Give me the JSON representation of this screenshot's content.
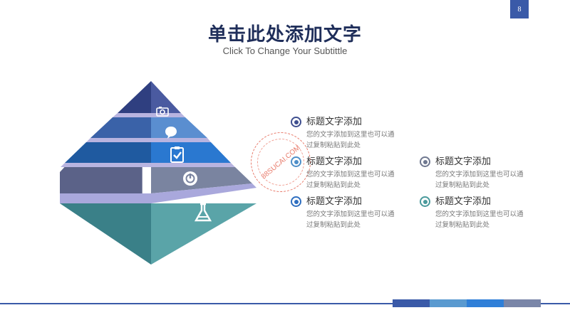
{
  "page_number": "8",
  "title": "单击此处添加文字",
  "subtitle": "Click To Change Your Subtittle",
  "pyramid": {
    "levels": [
      {
        "icon": "camera-icon"
      },
      {
        "icon": "chat-bubble-icon"
      },
      {
        "icon": "clipboard-check-icon"
      },
      {
        "icon": "power-icon"
      },
      {
        "icon": "flask-icon"
      }
    ]
  },
  "items": [
    {
      "heading": "标题文字添加",
      "desc": "您的文字添加到这里也可以通过复制粘贴到此处",
      "color": "#3f4f8f"
    },
    {
      "heading": "标题文字添加",
      "desc": "您的文字添加到这里也可以通过复制粘贴到此处",
      "color": "#4f8fc8"
    },
    {
      "heading": "标题文字添加",
      "desc": "您的文字添加到这里也可以通过复制粘贴到此处",
      "color": "#2f6fc0"
    },
    {
      "heading": "标题文字添加",
      "desc": "您的文字添加到这里也可以通过复制粘贴到此处",
      "color": "#6f7890"
    },
    {
      "heading": "标题文字添加",
      "desc": "您的文字添加到这里也可以通过复制粘贴到此处",
      "color": "#4a9a9c"
    }
  ],
  "watermark": "88SUCAI.COM",
  "colors": {
    "accent": "#3a5aa8",
    "footer_blocks": [
      "#3a5aa8",
      "#5a9ad0",
      "#2f7fd8",
      "#7a86a8"
    ]
  }
}
